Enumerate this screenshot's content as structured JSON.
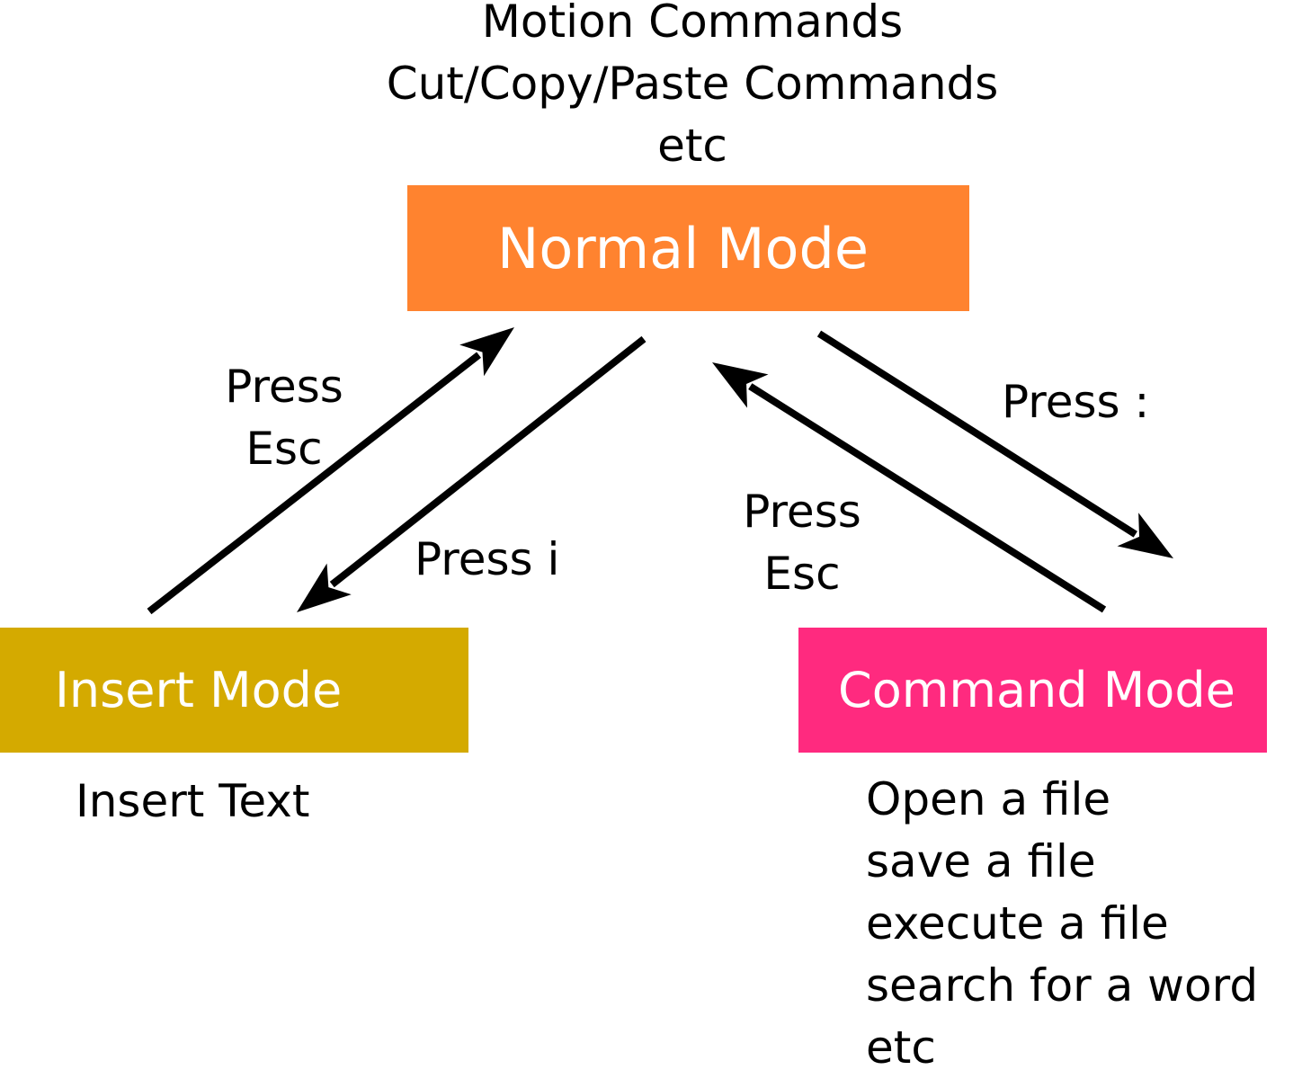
{
  "colors": {
    "normal_mode": "#FF832F",
    "insert_mode": "#D4AA00",
    "command_mode": "#FF2A7F",
    "arrow": "#000000",
    "mode_label_text": "#FFFFFF"
  },
  "normal_mode": {
    "label": "Normal Mode",
    "notes": [
      "Motion Commands",
      "Cut/Copy/Paste Commands",
      "etc"
    ]
  },
  "insert_mode": {
    "label": "Insert Mode",
    "notes": [
      "Insert Text"
    ]
  },
  "command_mode": {
    "label": "Command Mode",
    "notes": [
      "Open a file",
      "save a file",
      "execute a file",
      "search for a word",
      "etc"
    ]
  },
  "transitions": [
    {
      "from": "Insert Mode",
      "to": "Normal Mode",
      "label_lines": [
        "Press",
        "Esc"
      ]
    },
    {
      "from": "Normal Mode",
      "to": "Insert Mode",
      "label_lines": [
        "Press i"
      ]
    },
    {
      "from": "Command Mode",
      "to": "Normal Mode",
      "label_lines": [
        "Press",
        "Esc"
      ]
    },
    {
      "from": "Normal Mode",
      "to": "Command Mode",
      "label_lines": [
        "Press :"
      ]
    }
  ]
}
